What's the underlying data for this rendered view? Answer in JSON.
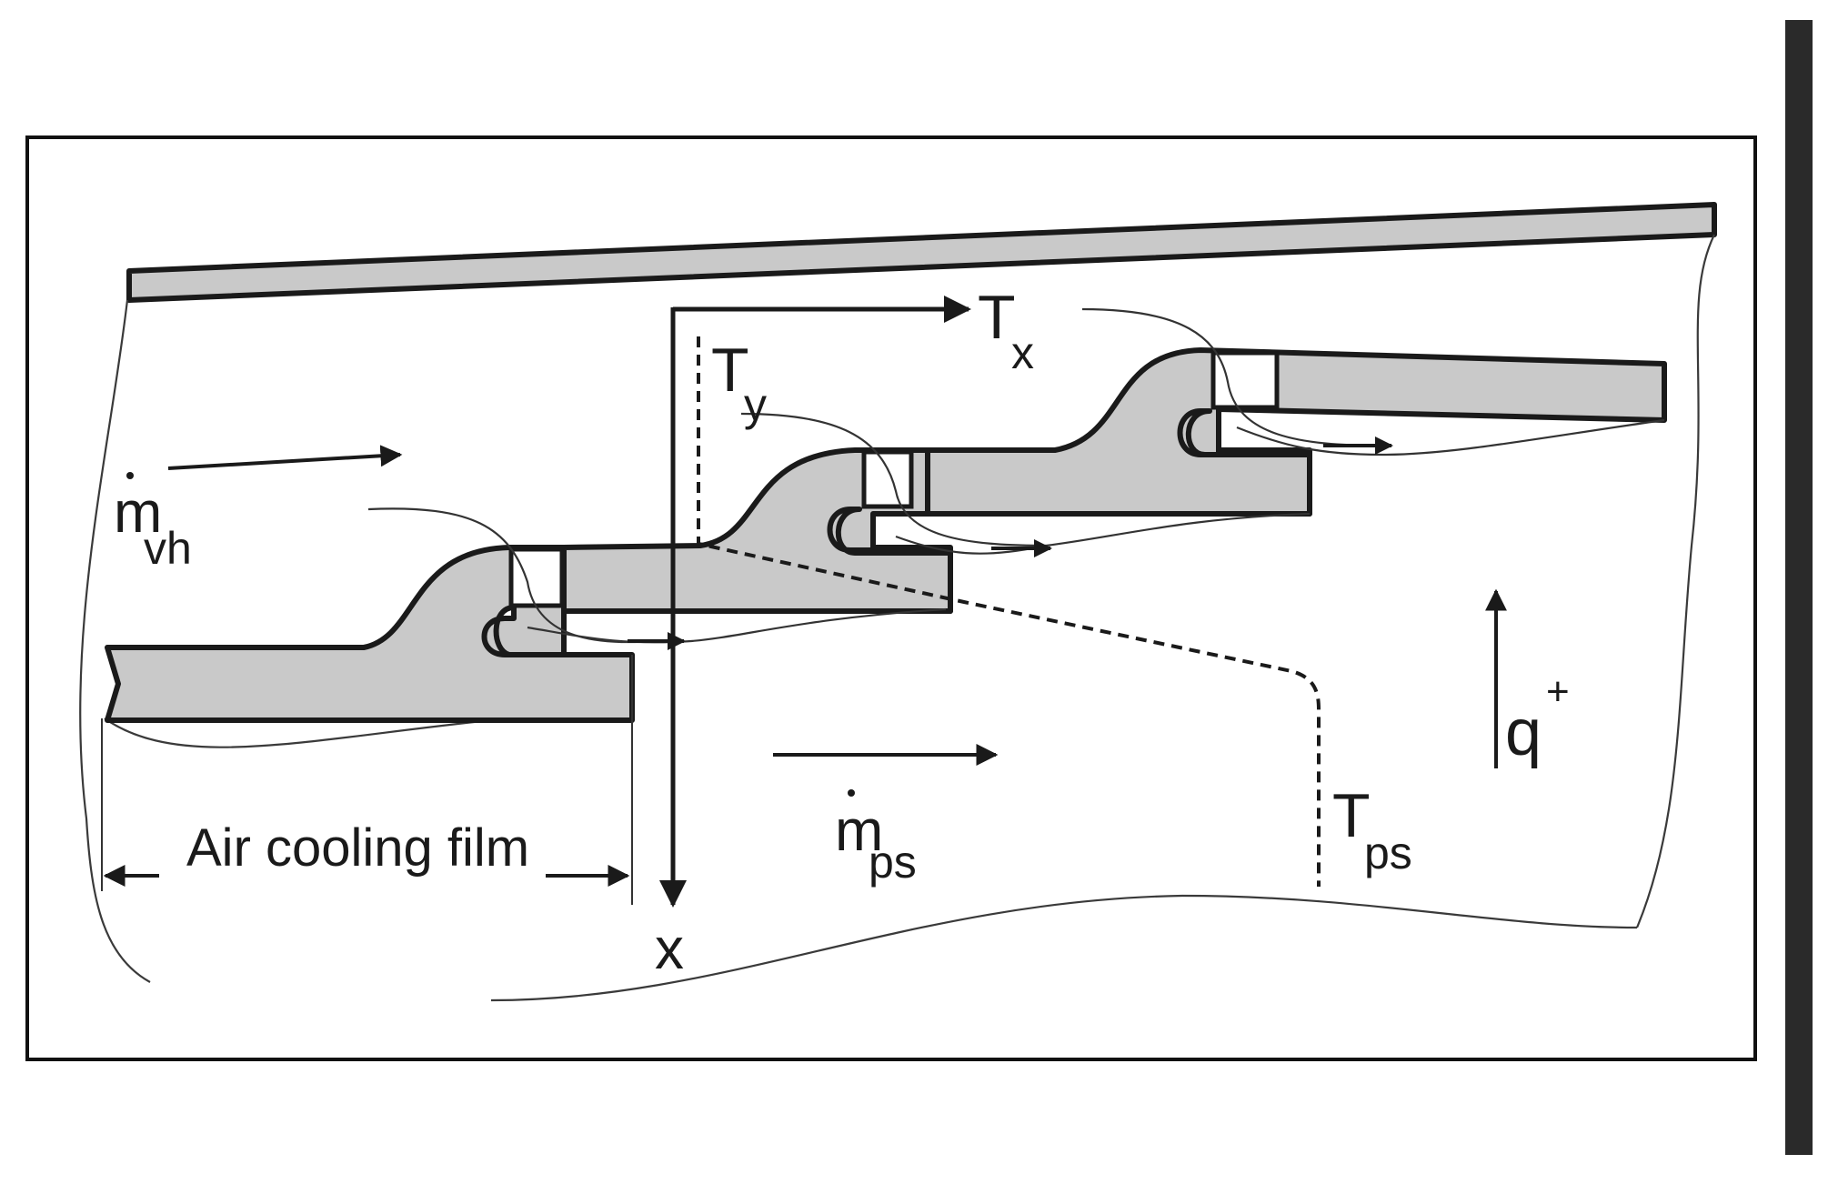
{
  "diagram": {
    "labels": {
      "m_vh": {
        "base": "m",
        "sub": "vh",
        "dot": true
      },
      "m_ps": {
        "base": "m",
        "sub": "ps",
        "dot": true
      },
      "T_x": {
        "base": "T",
        "sub": "x"
      },
      "T_y": {
        "base": "T",
        "sub": "y"
      },
      "T_ps": {
        "base": "T",
        "sub": "ps"
      },
      "q_plus": {
        "base": "q",
        "sup": "+"
      },
      "x_axis": "x",
      "air_cooling_film": "Air cooling film"
    },
    "colors": {
      "metal_fill": "#c9c9c9",
      "stroke": "#1a1a1a",
      "background": "#ffffff"
    }
  }
}
